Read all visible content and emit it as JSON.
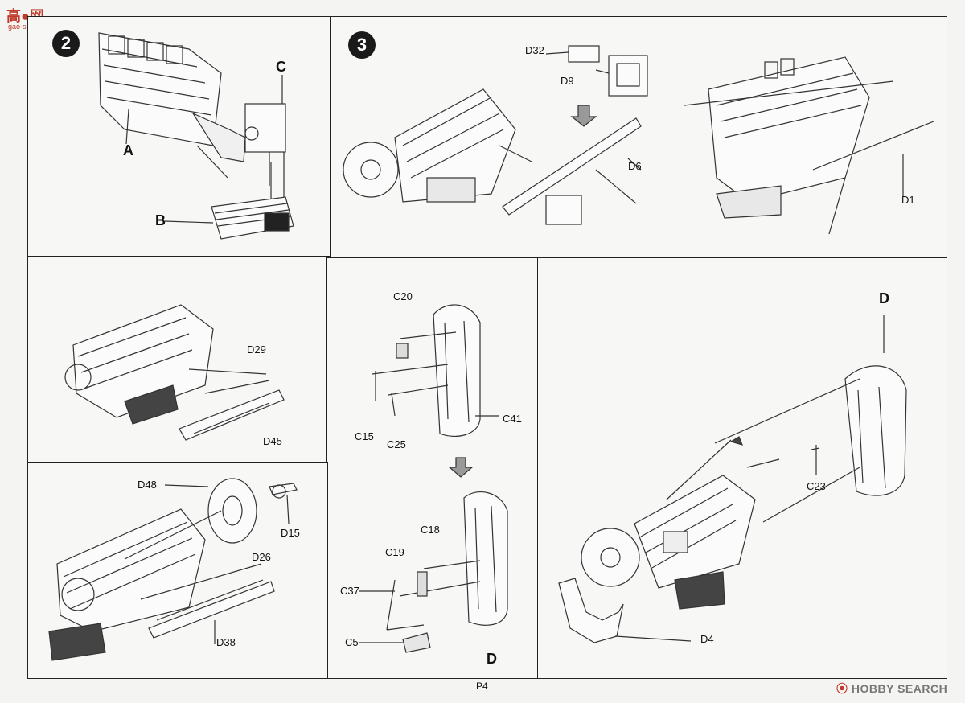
{
  "watermark_top": {
    "main": "高●网",
    "sub": "gao-shou.com"
  },
  "page_number": "P4",
  "watermark_bottom": {
    "logo": "⦿",
    "text": "HOBBY SEARCH"
  },
  "steps": [
    {
      "number": "2",
      "labels": {
        "a": "A",
        "b": "B",
        "c": "C"
      }
    },
    {
      "number": "3",
      "labels": {
        "d32": "D32",
        "d9": "D9",
        "d6": "D6",
        "d1": "D1"
      }
    },
    {
      "labels": {
        "d29": "D29",
        "d45": "D45"
      }
    },
    {
      "labels": {
        "c20": "C20",
        "c15": "C15",
        "c25": "C25",
        "c41": "C41"
      }
    },
    {
      "labels": {
        "d": "D",
        "c23": "C23",
        "d4": "D4"
      }
    },
    {
      "labels": {
        "d48": "D48",
        "d15": "D15",
        "d26": "D26",
        "d38": "D38"
      }
    },
    {
      "labels": {
        "c18": "C18",
        "c19": "C19",
        "c37": "C37",
        "c5": "C5",
        "d": "D"
      }
    }
  ]
}
